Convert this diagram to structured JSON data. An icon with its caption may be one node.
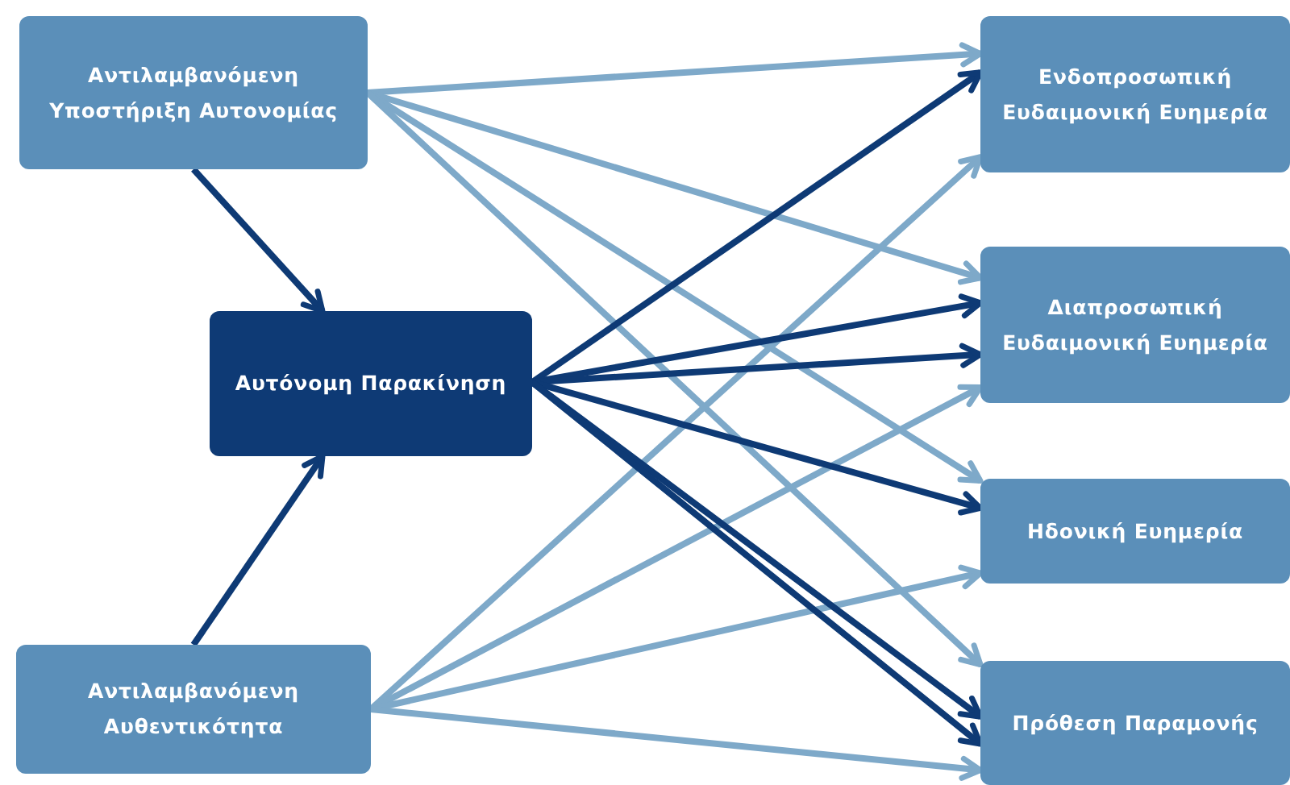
{
  "diagram": {
    "nodes": [
      {
        "text": [
          "Αντιλαμβανόμενη Υποστήριξη Αυτονομίας"
        ]
      },
      {
        "text": [
          "Αυτόνομη Παρακίνηση"
        ]
      },
      {
        "text": [
          "Αντιλαμβανόμενη Αυθεντικότητα"
        ]
      },
      {
        "text": [
          "Ενδοπροσωπική Ευδαιμονική Ευημερία"
        ]
      },
      {
        "text": [
          "Διαπροσωπική Ευδαιμονική Ευημερία"
        ]
      },
      {
        "text": [
          "Ηδονική Ευημερία"
        ]
      },
      {
        "text": [
          "Πρόθεση Παραμονής"
        ]
      }
    ],
    "edges": [
      {
        "from": 0,
        "to": 1,
        "arrow": "to",
        "color": "#0e3a75"
      },
      {
        "from": 2,
        "to": 1,
        "arrow": "to",
        "color": "#0e3a75"
      },
      {
        "from": 0,
        "to": 3,
        "arrow": "to",
        "color": "#7ea9c9"
      },
      {
        "from": 0,
        "to": 4,
        "arrow": "to",
        "color": "#7ea9c9"
      },
      {
        "from": 0,
        "to": 5,
        "arrow": "to",
        "color": "#7ea9c9"
      },
      {
        "from": 0,
        "to": 6,
        "arrow": "to",
        "color": "#7ea9c9"
      },
      {
        "from": 2,
        "to": 3,
        "arrow": "to",
        "color": "#7ea9c9"
      },
      {
        "from": 2,
        "to": 4,
        "arrow": "to",
        "color": "#7ea9c9"
      },
      {
        "from": 2,
        "to": 5,
        "arrow": "to",
        "color": "#7ea9c9"
      },
      {
        "from": 2,
        "to": 6,
        "arrow": "to",
        "color": "#7ea9c9"
      },
      {
        "from": 1,
        "to": 3,
        "arrow": "to",
        "color": "#0e3a75"
      },
      {
        "from": 1,
        "to": 4,
        "arrow": "to",
        "color": "#0e3a75"
      },
      {
        "from": 1,
        "to": 4,
        "arrow": "to",
        "color": "#0e3a75"
      },
      {
        "from": 1,
        "to": 5,
        "arrow": "to",
        "color": "#0e3a75"
      },
      {
        "from": 1,
        "to": 6,
        "arrow": "to",
        "color": "#0e3a75"
      },
      {
        "from": 1,
        "to": 6,
        "arrow": "to",
        "color": "#0e3a75"
      }
    ]
  }
}
